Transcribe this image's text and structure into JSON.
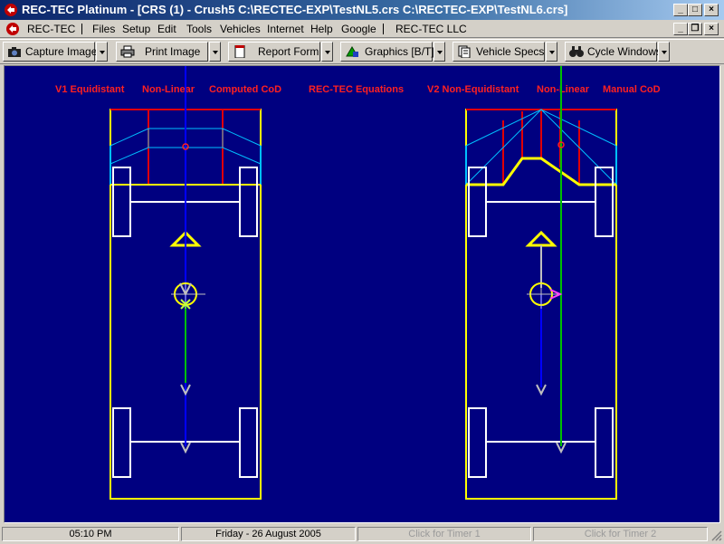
{
  "window": {
    "title": "REC-TEC Platinum - [CRS (1) - Crush5   C:\\RECTEC-EXP\\TestNL5.crs   C:\\RECTEC-EXP\\TestNL6.crs]",
    "min": "_",
    "max": "□",
    "close": "×",
    "child_min": "_",
    "child_restore": "❐",
    "child_close": "×"
  },
  "menu": {
    "rec_tec": "REC-TEC",
    "files": "Files",
    "setup": "Setup",
    "edit": "Edit",
    "tools": "Tools",
    "vehicles": "Vehicles",
    "internet": "Internet",
    "help": "Help",
    "google": "Google",
    "company": "REC-TEC LLC"
  },
  "toolbar": {
    "capture_image": "Capture Image",
    "print_image": "Print Image",
    "report_form": "Report Form",
    "graphics": "Graphics [B/T]",
    "vehicle_specs": "Vehicle Specs",
    "cycle_windows": "Cycle Windows"
  },
  "canvas": {
    "v1_label": "V1  Equidistant",
    "v1_mode": "Non-Linear",
    "v1_cod": "Computed CoD",
    "center_label": "REC-TEC Equations",
    "v2_label": "V2  Non-Equidistant",
    "v2_mode": "Non-Linear",
    "v2_cod": "Manual CoD"
  },
  "status": {
    "time": "05:10 PM",
    "date": "Friday  -  26 August 2005",
    "timer1": "Click for Timer 1",
    "timer2": "Click for Timer 2"
  },
  "colors": {
    "canvas_bg": "#000080",
    "label_red": "#ff2020",
    "vehicle_outline": "#ffff00",
    "crush_red": "#e00000",
    "crush_cyan": "#00c0ff",
    "force_blue": "#0000ff",
    "force_green": "#00c000"
  }
}
